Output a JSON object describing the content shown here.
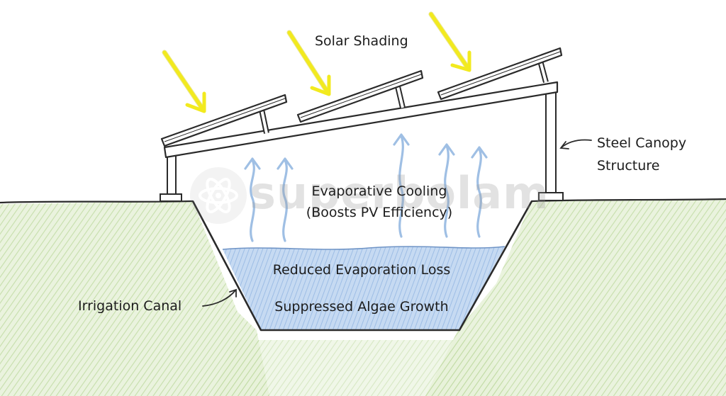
{
  "diagram": {
    "labels": {
      "solar_shading": "Solar Shading",
      "steel_canopy": "Steel Canopy\nStructure",
      "evaporative_cooling": "Evaporative Cooling\n(Boosts PV Efficiency)",
      "reduced_evaporation": "Reduced Evaporation Loss",
      "suppressed_algae": "Suppressed Algae Growth",
      "irrigation_canal": "Irrigation Canal"
    },
    "watermark": "superbolam",
    "colors": {
      "sun_ray": "#f2ea1e",
      "water": "#a9c8ec",
      "grass": "#cfe4b4",
      "vapor_arrow": "#9fbfe4",
      "outline": "#2a2a2a",
      "panel": "#ffffff"
    },
    "icons": {
      "sun_ray": "arrow-down-right",
      "vapor": "wavy-arrow-up",
      "leader": "curved-arrow",
      "watermark_logo": "atom-icon"
    }
  }
}
